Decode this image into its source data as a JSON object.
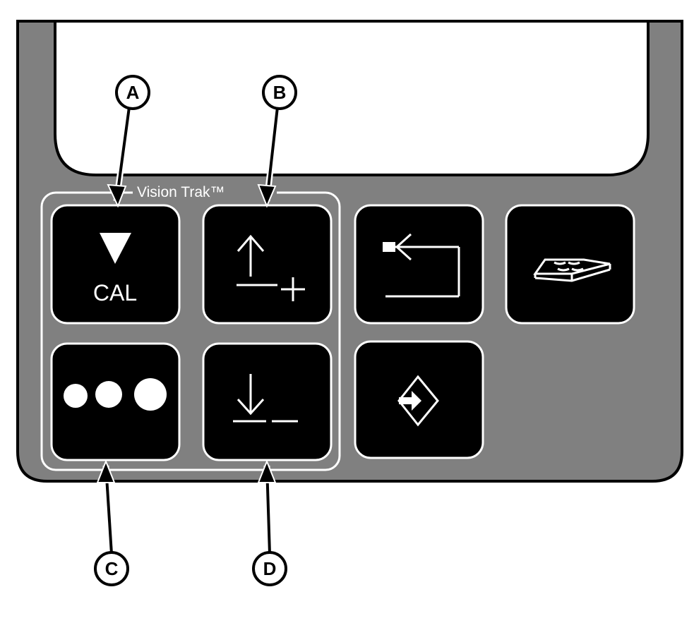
{
  "group": {
    "title": "Vision Trak™"
  },
  "keys": {
    "cal": {
      "label": "CAL",
      "icon": "triangle-down-icon"
    },
    "increase": {
      "icon": "arrow-up-plus-icon"
    },
    "decrease": {
      "icon": "arrow-down-minus-icon"
    },
    "dots": {
      "icon": "three-dots-icon"
    },
    "back": {
      "icon": "return-arrow-icon"
    },
    "book": {
      "icon": "book-wrench-icon"
    },
    "enter": {
      "icon": "enter-arrow-icon"
    }
  },
  "callouts": {
    "a": "A",
    "b": "B",
    "c": "C",
    "d": "D"
  },
  "colors": {
    "panel": "#808080",
    "key": "#000000",
    "line": "#ffffff",
    "outline": "#000000"
  }
}
